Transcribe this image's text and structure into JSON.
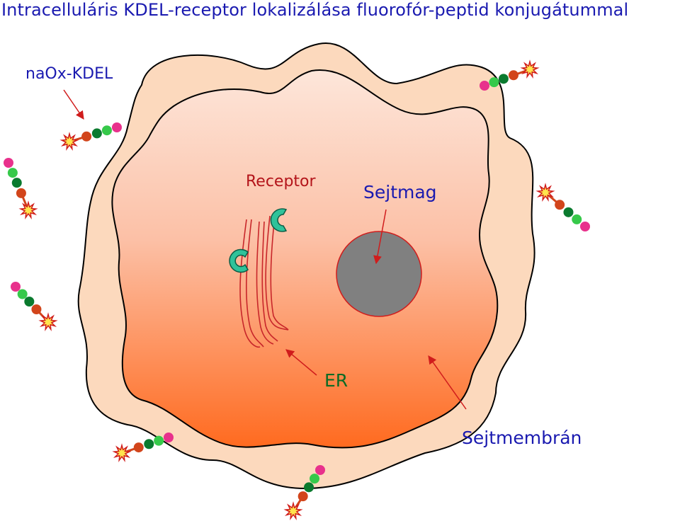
{
  "title": "Intracelluláris KDEL-receptor lokalizálása fluorofór-peptid konjugátummal",
  "labels": {
    "peptide": "naOx-KDEL",
    "receptor": "Receptor",
    "nucleus": "Sejtmag",
    "er": "ER",
    "membrane": "Sejtmembrán"
  },
  "colors": {
    "title_text": "#1a1ab0",
    "receptor_text": "#b3141a",
    "er_text": "#0b6b24",
    "outer_cell": "#fcd9bd",
    "cytoplasm_top": "#fde0d2",
    "cytoplasm_bottom": "#ff6a1f",
    "nucleus": "#808080",
    "receptor": "#2fc29a",
    "arrow": "#d01c1c",
    "bead_pink": "#e8318c",
    "bead_green_light": "#36c94a",
    "bead_green_dark": "#0a7a2e",
    "bead_orange": "#d2451b",
    "fluorophore": "#ffe54d"
  },
  "icons": [
    "fluorophore-star-icon",
    "peptide-bead-icon",
    "receptor-c-shape-icon"
  ]
}
